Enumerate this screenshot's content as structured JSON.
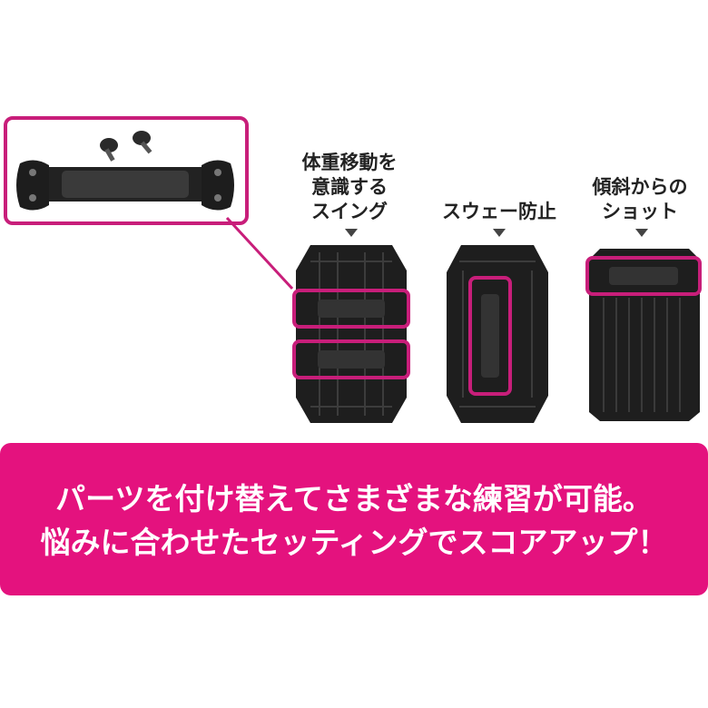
{
  "labels": {
    "swing": "体重移動を\n意識する\nスイング",
    "sway": "スウェー防止",
    "slope": "傾斜からの\nショット"
  },
  "banner": {
    "line1": "パーツを付け替えてさまざまな練習が可能。",
    "line2": "悩みに合わせたセッティングでスコアアップ！"
  },
  "colors": {
    "accent": "#e4127e",
    "frame": "#c81e7a",
    "board": "#1e1e1e"
  },
  "icons": [
    "handle-part",
    "thumb-screw",
    "mat-board",
    "down-triangle"
  ]
}
